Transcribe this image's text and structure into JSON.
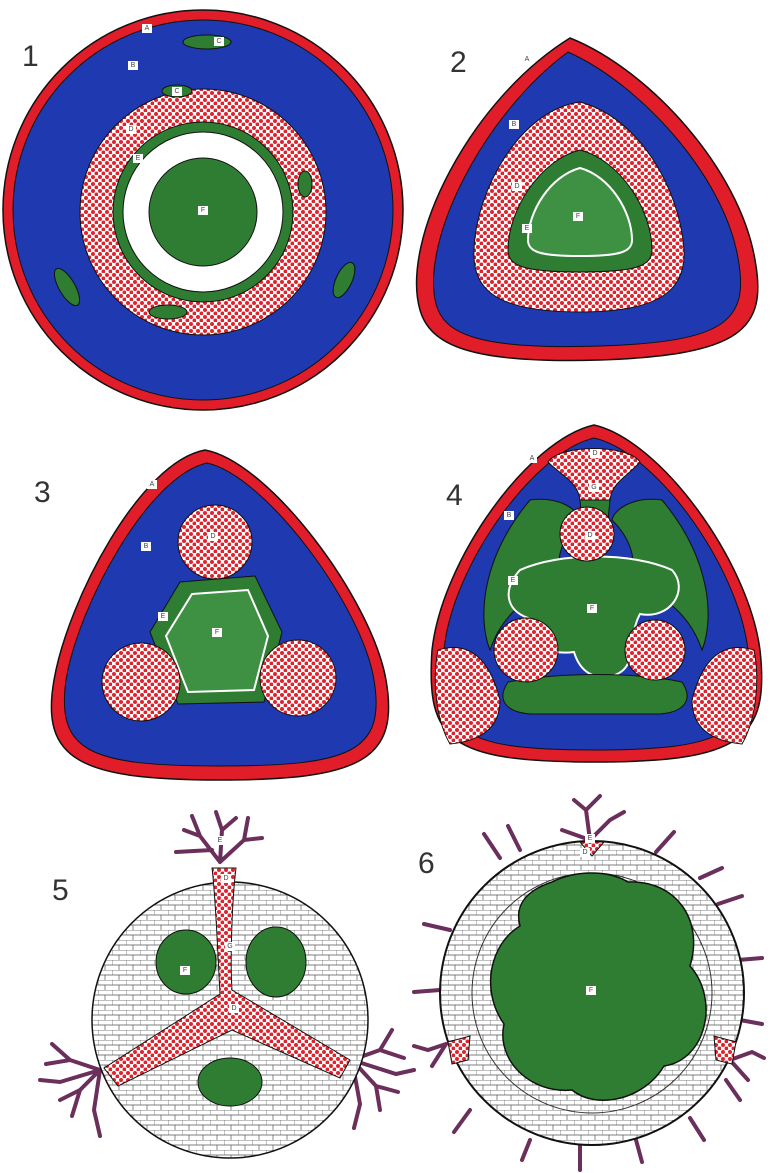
{
  "colors": {
    "red": "#e11d2a",
    "blue": "#1f39b0",
    "green": "#2f7d32",
    "green_light": "#3e9142",
    "dots": "#e0242e",
    "hair": "#6a2f5a",
    "outline": "#111111"
  },
  "figures": [
    {
      "number": "1",
      "labels": [
        "A",
        "B",
        "C",
        "C",
        "D",
        "E",
        "F"
      ]
    },
    {
      "number": "2",
      "labels": [
        "A",
        "B",
        "D",
        "E",
        "F"
      ]
    },
    {
      "number": "3",
      "labels": [
        "A",
        "B",
        "D",
        "E",
        "F"
      ]
    },
    {
      "number": "4",
      "labels": [
        "A",
        "B",
        "D",
        "G",
        "D",
        "E",
        "F"
      ]
    },
    {
      "number": "5",
      "labels": [
        "E",
        "D",
        "G",
        "F",
        "D"
      ]
    },
    {
      "number": "6",
      "labels": [
        "E",
        "D",
        "F"
      ]
    }
  ]
}
